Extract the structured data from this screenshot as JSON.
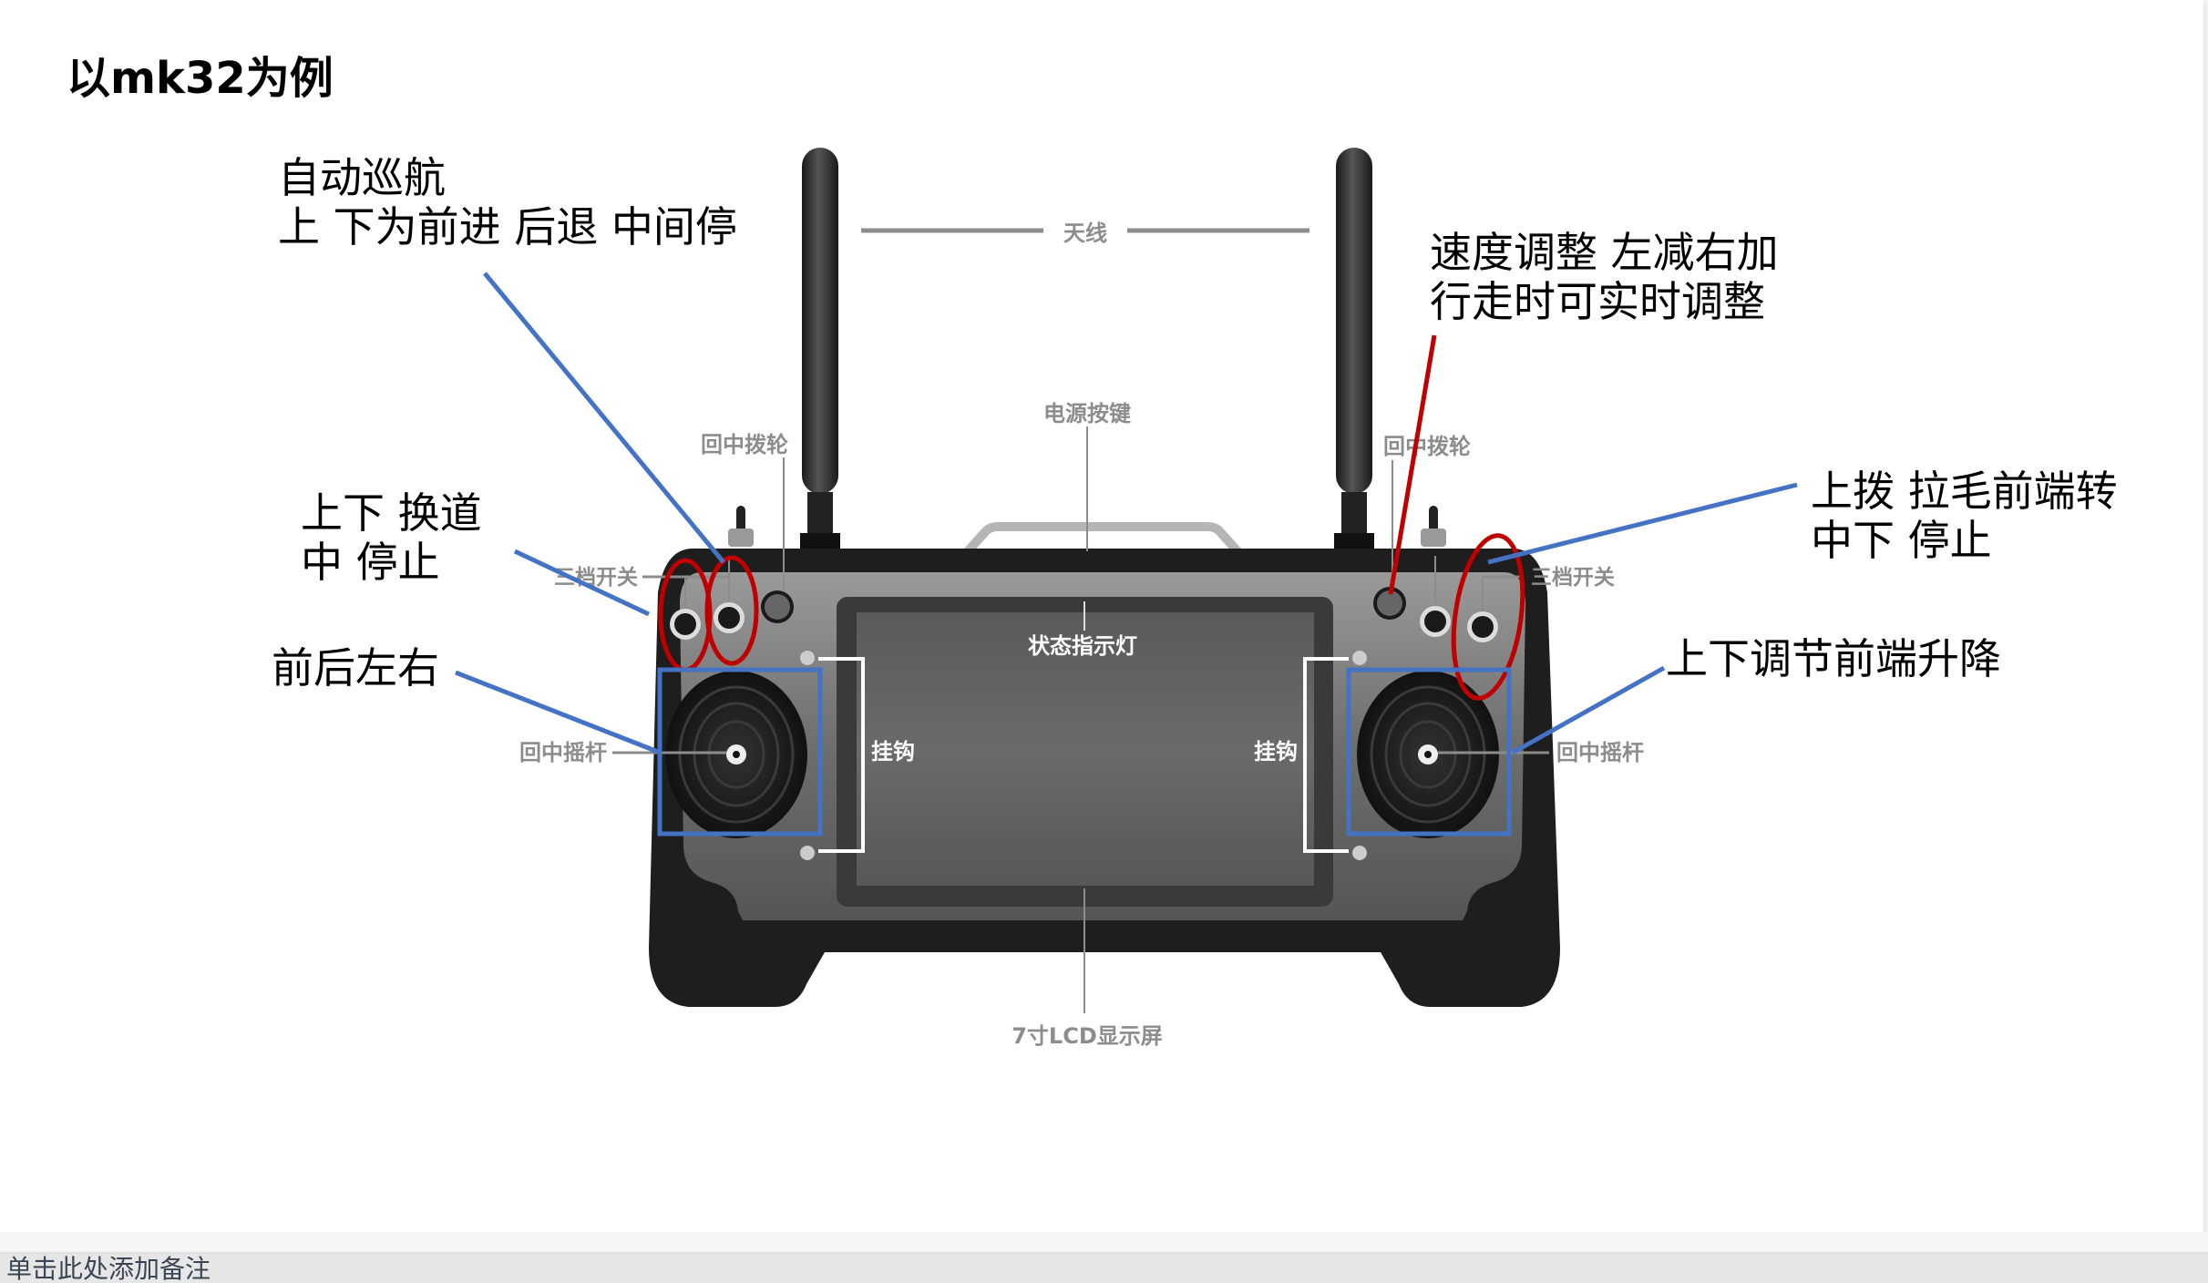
{
  "slide": {
    "title": "以mk32为例",
    "annotations": {
      "auto_cruise_line1": "自动巡航",
      "auto_cruise_line2": "上 下为前进 后退 中间停",
      "lane_line1": "上下   换道",
      "lane_line2": "中       停止",
      "move": "前后左右",
      "speed_line1": "速度调整  左减右加",
      "speed_line2": "行走时可实时调整",
      "rotate_line1": "上拨 拉毛前端转",
      "rotate_line2": "中下 停止",
      "lift": "上下调节前端升降"
    },
    "product_labels": {
      "antenna": "天线",
      "power_button": "电源按键",
      "wheel_left": "回中拨轮",
      "wheel_right": "回中拨轮",
      "switch_left": "三档开关",
      "switch_right": "三档开关",
      "status_light": "状态指示灯",
      "hook_left": "挂钩",
      "hook_right": "挂钩",
      "stick_left": "回中摇杆",
      "stick_right": "回中摇杆",
      "lcd": "7寸LCD显示屏"
    },
    "colors": {
      "red_marker": "#c00000",
      "blue_marker": "#4472c4",
      "label_gray": "#8c8c8c"
    }
  },
  "notes": {
    "placeholder": "单击此处添加备注"
  }
}
